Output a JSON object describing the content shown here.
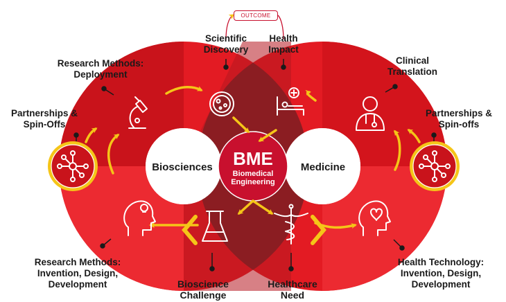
{
  "outcome": "OUTCOME",
  "center": {
    "title": "BME",
    "line1": "Biomedical",
    "line2": "Engineering"
  },
  "rings": {
    "left": "Biosciences",
    "right": "Medicine"
  },
  "labels": {
    "scientific_discovery": "Scientific\nDiscovery",
    "health_impact": "Health\nImpact",
    "research_deployment": "Research Methods:\nDeployment",
    "clinical_translation": "Clinical\nTranslation",
    "partnerships_left": "Partnerships &\nSpin-Offs",
    "partnerships_right": "Partnerships &\nSpin-offs",
    "research_invention": "Research Methods:\nInvention, Design,\nDevelopment",
    "health_technology": "Health Technology:\nInvention, Design,\nDevelopment",
    "bioscience_challenge": "Bioscience\nChallenge",
    "healthcare_need": "Healthcare\nNeed"
  },
  "colors": {
    "red": "#e31b23",
    "dark_red": "#a3111a",
    "overlap": "#8b1d22",
    "arrow_yellow": "#f5c518",
    "center_red": "#c8102e"
  },
  "icons": [
    "microscope-icon",
    "petri-dish-icon",
    "hospital-bed-icon",
    "doctor-icon",
    "network-icon",
    "head-lightbulb-icon",
    "beaker-icon",
    "caduceus-icon",
    "head-heart-icon"
  ]
}
